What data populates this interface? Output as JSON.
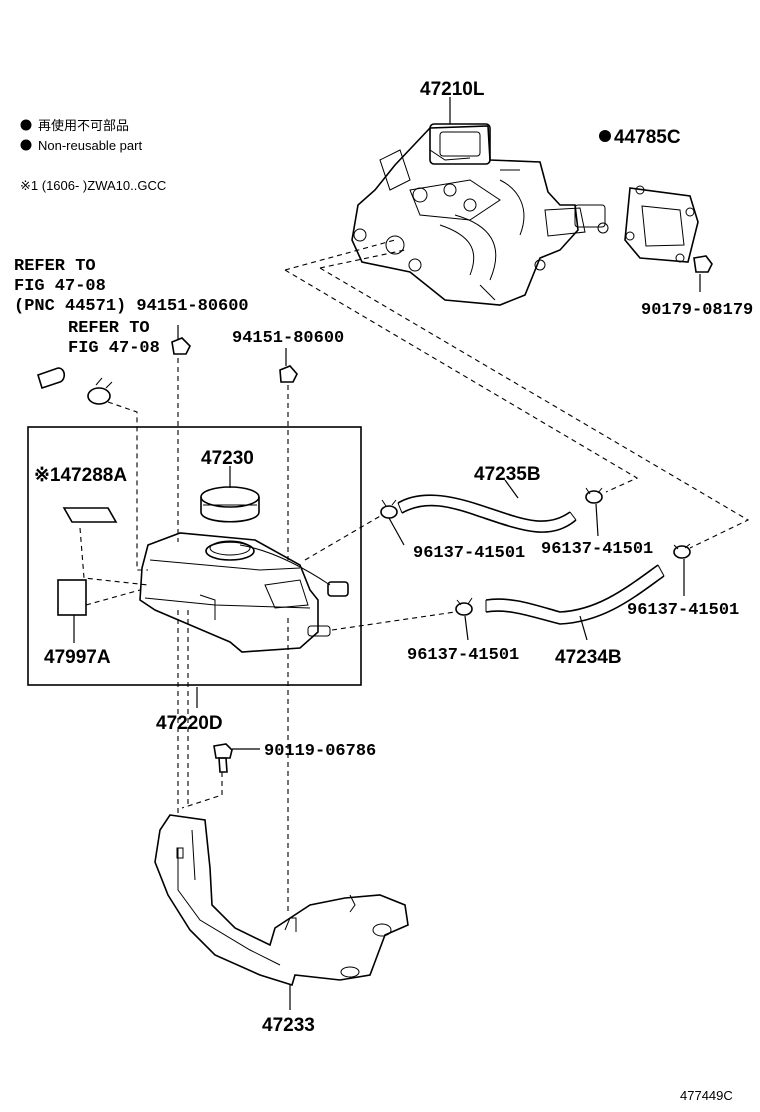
{
  "legend": {
    "jp_text": "再使用不可部品",
    "en_text": "Non-reusable part",
    "note_text": "※1 (1606-    )ZWA10..GCC"
  },
  "refer1": {
    "line1": "REFER TO",
    "line2": "FIG 47-08",
    "line3": "(PNC 44571) 94151-80600"
  },
  "refer2": {
    "line1": "REFER TO",
    "line2": "FIG 47-08"
  },
  "parts": {
    "p47210L": "47210L",
    "p44785C": "44785C",
    "p90179": "90179-08179",
    "p94151": "94151-80600",
    "p47230": "47230",
    "p47288A": "※147288A",
    "p47235B": "47235B",
    "p96137a": "96137-41501",
    "p96137b": "96137-41501",
    "p96137c": "96137-41501",
    "p96137d": "96137-41501",
    "p47234B": "47234B",
    "p47997A": "47997A",
    "p47220D": "47220D",
    "p90119": "90119-06786",
    "p47233": "47233"
  },
  "figure_id": "477449C"
}
